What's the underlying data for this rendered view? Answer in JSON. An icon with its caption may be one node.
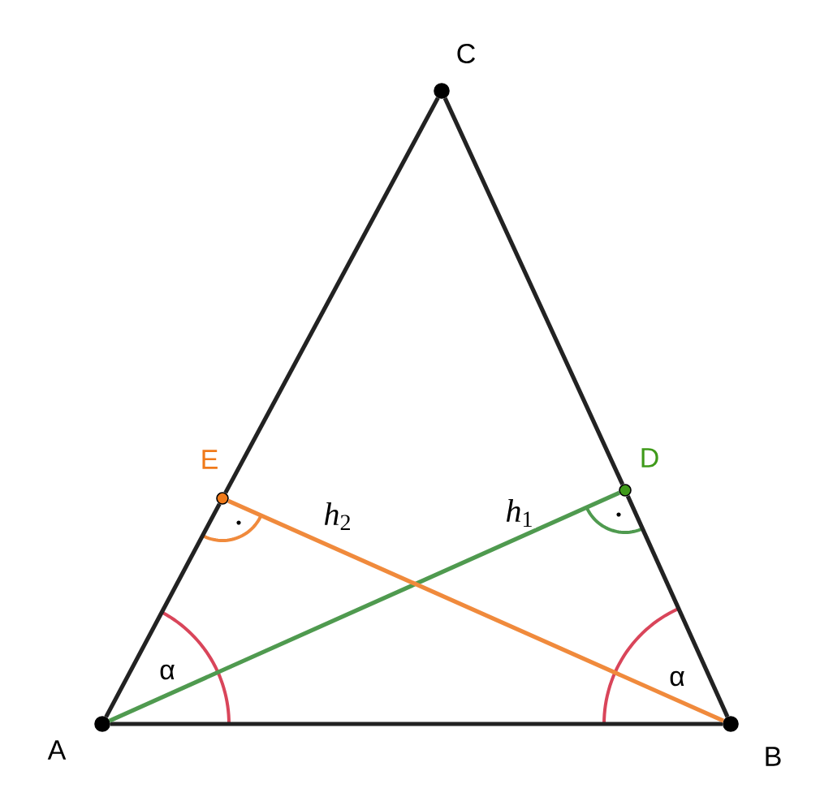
{
  "diagram": {
    "nodes": [
      {
        "text": [],
        "shape": "circle",
        "beside": [
          "A"
        ]
      },
      {
        "text": [],
        "shape": "circle",
        "beside": [
          "B"
        ]
      },
      {
        "text": [],
        "shape": "circle",
        "beside": [
          "C"
        ]
      },
      {
        "text": [],
        "shape": "circle",
        "beside": [
          "D"
        ]
      },
      {
        "text": [],
        "shape": "circle",
        "beside": [
          "E"
        ]
      }
    ],
    "edges": [
      {
        "from": 0,
        "to": 1,
        "arrow": "none"
      },
      {
        "from": 1,
        "to": 3,
        "arrow": "none"
      },
      {
        "from": 3,
        "to": 2,
        "arrow": "none"
      },
      {
        "from": 2,
        "to": 4,
        "arrow": "none"
      },
      {
        "from": 4,
        "to": 0,
        "arrow": "none"
      },
      {
        "from": 0,
        "to": 3,
        "arrow": "none",
        "label": "*h*$_{1}$",
        "color": "#4f9a4f"
      },
      {
        "from": 1,
        "to": 4,
        "arrow": "none",
        "label": "*h*$_{2}$",
        "color": "#f08a3c"
      }
    ],
    "labels": [
      "α",
      "α"
    ]
  }
}
